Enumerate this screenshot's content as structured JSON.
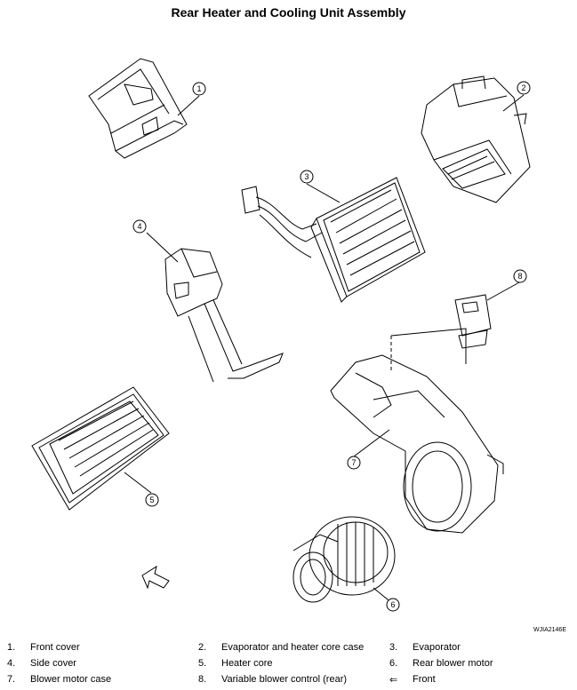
{
  "title": "Rear Heater and Cooling Unit Assembly",
  "figure_id": "WJIA2146E",
  "callouts": [
    "1",
    "2",
    "3",
    "4",
    "5",
    "6",
    "7",
    "8"
  ],
  "legend": [
    [
      {
        "num": "1.",
        "label": "Front cover"
      },
      {
        "num": "2.",
        "label": "Evaporator and heater core case"
      },
      {
        "num": "3.",
        "label": "Evaporator"
      }
    ],
    [
      {
        "num": "4.",
        "label": "Side cover"
      },
      {
        "num": "5.",
        "label": "Heater core"
      },
      {
        "num": "6.",
        "label": "Rear blower motor"
      }
    ],
    [
      {
        "num": "7.",
        "label": "Blower motor case"
      },
      {
        "num": "8.",
        "label": "Variable blower control (rear)"
      },
      {
        "num": "⇐",
        "label": "Front"
      }
    ]
  ]
}
